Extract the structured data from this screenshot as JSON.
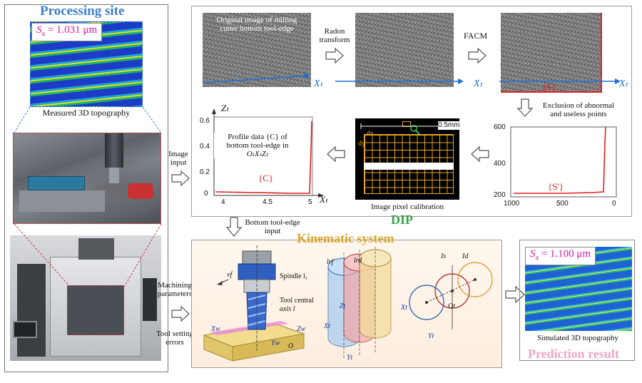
{
  "processing_site": {
    "title": "Processing site",
    "sa_top": "S",
    "sa_top_sub": "a",
    "sa_top_value": "= 1.031 μm",
    "measured_caption": "Measured 3D topography"
  },
  "dip": {
    "title": "DIP",
    "original_caption_line1": "Original image of milling",
    "original_caption_line2": "cutter bottom tool-edge",
    "radon_label_line1": "Radon",
    "radon_label_line2": "transform",
    "facm_label": "FACM",
    "set_s": "{S}",
    "exclusion_line1": "Exclusion of abnormal",
    "exclusion_line2": "and useless points",
    "set_s_prime": "{S'}",
    "profile_line1": "Profile data {C} of",
    "profile_line2": "bottom tool-edge in",
    "profile_line3": "OₜXₜZₜ",
    "set_c": "{C}",
    "calib_caption": "Image pixel calibration",
    "calib_scale": "0.5mm",
    "calib_dx": "dx",
    "calib_dy": "dy",
    "axis_xt": "Xₜ",
    "axis_zt": "Zₜ",
    "plot_left": {
      "y_ticks": [
        "0.6",
        "0.4",
        "0.2",
        "0"
      ],
      "x_ticks": [
        "4",
        "4.5",
        "5"
      ]
    },
    "plot_right": {
      "y_ticks": [
        "600",
        "400",
        "200"
      ],
      "x_ticks": [
        "1000",
        "500",
        "0"
      ]
    }
  },
  "image_input": {
    "line1": "Image",
    "line2": "input"
  },
  "bottom_input": {
    "line1": "Bottom tool-edge",
    "line2": "input"
  },
  "kinematic": {
    "title": "Kinematic system",
    "machining_line1": "Machining",
    "machining_line2": "parameters",
    "tool_setting_line1": "Tool setting",
    "tool_setting_line2": "errors",
    "spindle_label": "Spindle l₁",
    "tool_axis_line1": "Tool central",
    "tool_axis_line2": "axis l",
    "vf_label": "vf",
    "labels": [
      "Xw",
      "Yw",
      "Zw",
      "O",
      "Xt",
      "Yt",
      "Zt",
      "lrf",
      "lrd",
      "Xt",
      "Ot",
      "Yt",
      "Is",
      "Id"
    ]
  },
  "prediction": {
    "title": "Prediction result",
    "sa": "S",
    "sa_sub": "a",
    "sa_value": "= 1.100 μm",
    "caption": "Simulated 3D topography"
  }
}
